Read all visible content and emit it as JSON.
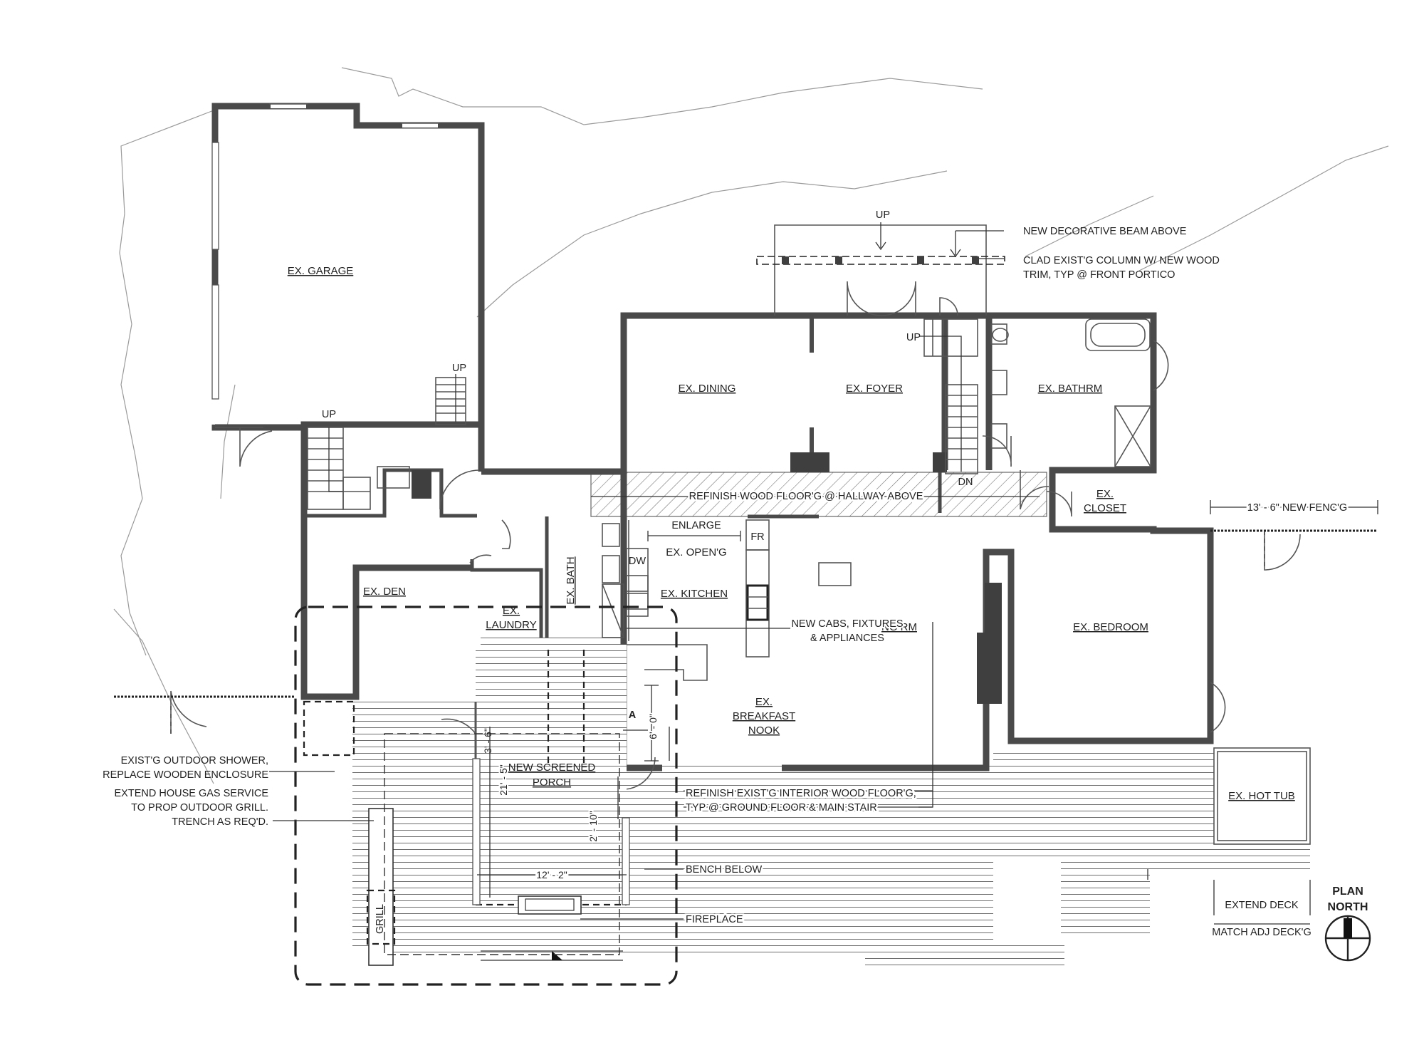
{
  "rooms": {
    "garage": "EX. GARAGE",
    "dining": "EX. DINING",
    "foyer": "EX. FOYER",
    "bathrm": "EX. BATHRM",
    "closet_1": "EX.",
    "closet_2": "CLOSET",
    "den": "EX. DEN",
    "laundry_1": "EX.",
    "laundry_2": "LAUNDRY",
    "bath": "EX. BATH",
    "kitchen": "EX. KITCHEN",
    "opening": "EX. OPEN'G",
    "bedroom": "EX. BEDROOM",
    "nook_1": "EX.",
    "nook_2": "BREAKFAST",
    "nook_3": "NOOK",
    "living_partial": "NG RM",
    "porch_1": "NEW SCREENED",
    "porch_2": "PORCH",
    "hot_tub": "EX. HOT TUB"
  },
  "labels": {
    "up_garage": "UP",
    "up_garage_stair": "UP",
    "up_portico": "UP",
    "up_main_stair": "UP",
    "dn_main_stair": "DN",
    "enlarge": "ENLARGE",
    "dw": "DW",
    "fr": "FR",
    "section_marker": "A",
    "grill": "GRILL"
  },
  "notes": {
    "beam": "NEW DECORATIVE BEAM ABOVE",
    "column_1": "CLAD EXIST'G COLUMN W/ NEW WOOD",
    "column_2": "TRIM, TYP @ FRONT PORTICO",
    "hallway": "REFINISH WOOD FLOOR'G @ HALLWAY ABOVE",
    "cabs_1": "NEW CABS, FIXTURES",
    "cabs_2": "& APPLIANCES",
    "shower_1": "EXIST'G OUTDOOR SHOWER,",
    "shower_2": "REPLACE WOODEN ENCLOSURE",
    "gas_1": "EXTEND HOUSE GAS SERVICE",
    "gas_2": "TO PROP OUTDOOR GRILL.",
    "gas_3": "TRENCH AS REQ'D.",
    "floor_1": "REFINISH EXIST'G INTERIOR WOOD FLOOR'G,",
    "floor_2": "TYP @ GROUND FLOOR & MAIN STAIR",
    "bench": "BENCH BELOW",
    "fireplace": "FIREPLACE",
    "fence": "13' - 6\" NEW FENC'G",
    "extend_deck": "EXTEND DECK",
    "match_deck": "MATCH ADJ DECK'G",
    "plan_north_1": "PLAN",
    "plan_north_2": "NORTH"
  },
  "dimensions": {
    "d_3_6": "3' - 6\"",
    "d_6_0": "6' - 0\"",
    "d_21_5": "21' - 5\"",
    "d_2_10": "2' - 10\"",
    "d_12_2": "12' - 2\""
  },
  "colors": {
    "wall": "#4a4a4a",
    "line": "#555555",
    "solid": "#3f3f3f",
    "text": "#222222"
  }
}
